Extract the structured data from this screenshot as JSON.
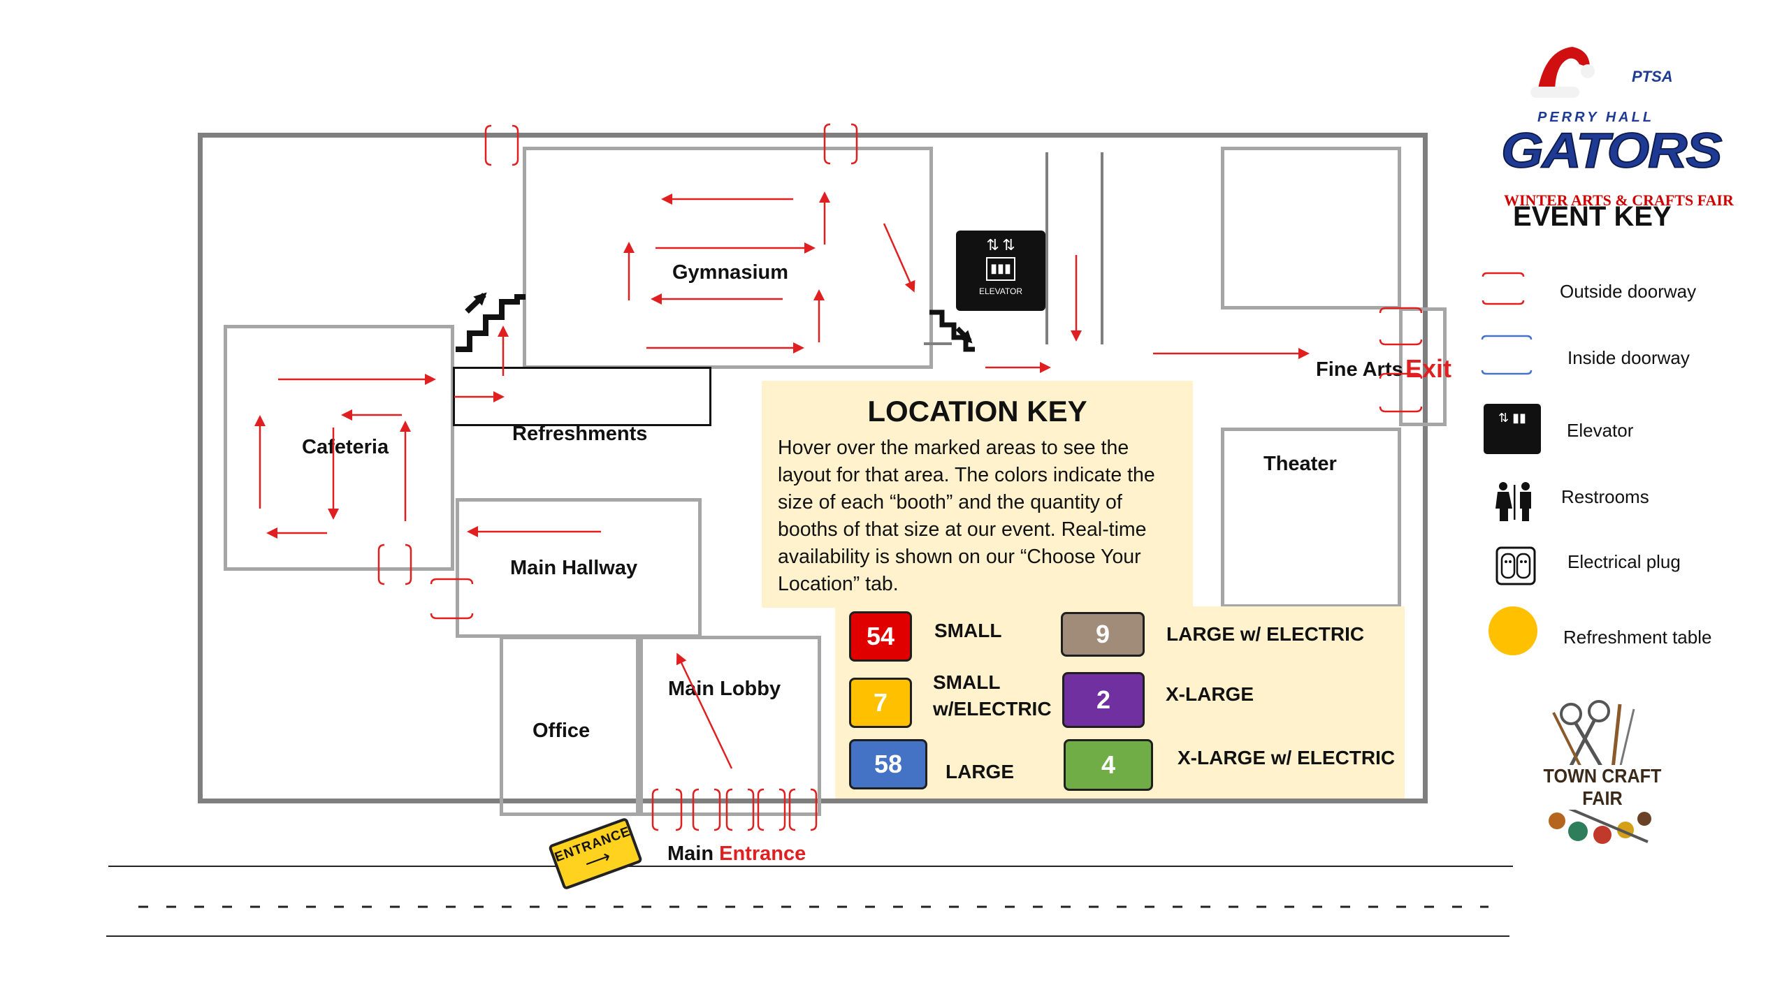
{
  "logo": {
    "school": "PERRY HALL",
    "team": "GATORS",
    "event": "WINTER ARTS & CRAFTS FAIR",
    "ptsa": "PTSA"
  },
  "event_key": {
    "title": "EVENT KEY",
    "items": [
      {
        "label": "Outside doorway",
        "icon": "outside-doorway-icon",
        "color": "#e02020"
      },
      {
        "label": "Inside doorway",
        "icon": "inside-doorway-icon",
        "color": "#4472c4"
      },
      {
        "label": "Elevator",
        "icon": "elevator-icon"
      },
      {
        "label": "Restrooms",
        "icon": "restroom-icon"
      },
      {
        "label": "Electrical plug",
        "icon": "plug-icon"
      },
      {
        "label": "Refreshment table",
        "icon": "refreshment-table-icon",
        "color": "#ffc000"
      }
    ]
  },
  "rooms": {
    "gymnasium": "Gymnasium",
    "cafeteria": "Cafeteria",
    "refreshments": "Refreshments",
    "main_hallway": "Main Hallway",
    "office": "Office",
    "main_lobby": "Main Lobby",
    "theater": "Theater",
    "fine_arts": "Fine Arts",
    "exit": "Exit"
  },
  "elevator_sign": "ELEVATOR",
  "entrance": {
    "sign": "ENTRANCE",
    "label_main": "Main",
    "label_entrance": "Entrance"
  },
  "location_key": {
    "title": "LOCATION KEY",
    "description": "Hover over the marked areas to see the layout for that area. The colors indicate the size of each “booth” and the quantity of booths of that size at our event. Real-time availability is shown on our “Choose Your Location” tab.",
    "sizes": [
      {
        "count": "54",
        "label": "SMALL",
        "color": "#e00000"
      },
      {
        "count": "7",
        "label": "SMALL w/ELECTRIC",
        "label_line1": "SMALL",
        "label_line2": "w/ELECTRIC",
        "color": "#ffc000"
      },
      {
        "count": "58",
        "label": "LARGE",
        "color": "#4472c4"
      },
      {
        "count": "9",
        "label": "LARGE w/ ELECTRIC",
        "color": "#a08c78"
      },
      {
        "count": "2",
        "label": "X-LARGE",
        "color": "#7030a0"
      },
      {
        "count": "4",
        "label": "X-LARGE w/ ELECTRIC",
        "color": "#70ad47"
      }
    ]
  },
  "town_craft_fair_logo": "TOWN CRAFT FAIR",
  "colors": {
    "flow_arrow": "#e02020",
    "wall": "#a6a6a6",
    "outer_wall": "#7f7f7f",
    "key_background": "#fff2cc",
    "team_blue": "#1f3a93",
    "event_red": "#d00000",
    "entrance_sign": "#ffd21f"
  }
}
